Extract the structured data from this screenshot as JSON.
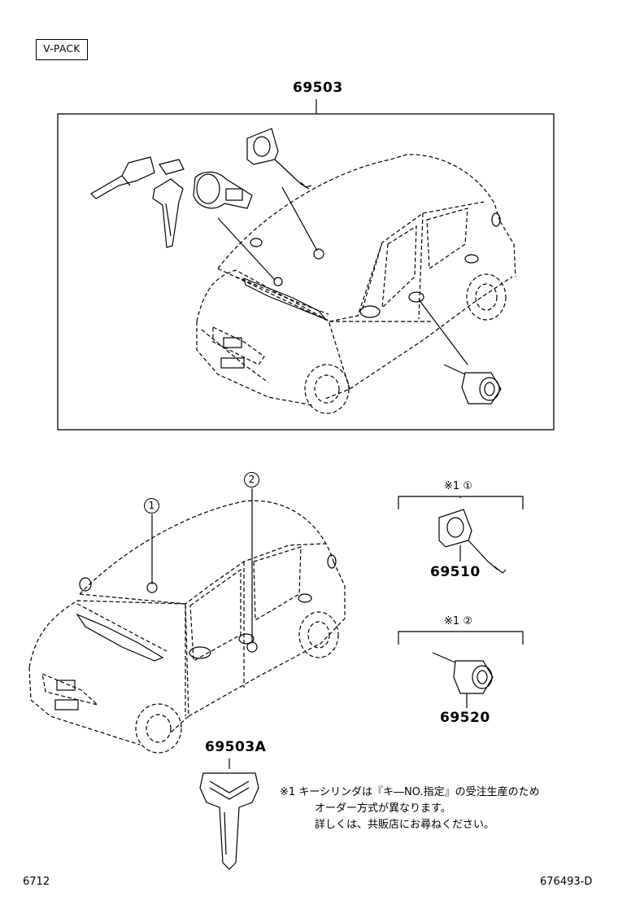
{
  "vpack_label": "V-PACK",
  "top_group": {
    "part_number": "69503"
  },
  "callouts": [
    {
      "circle": "①",
      "index": "1"
    },
    {
      "circle": "②",
      "index": "2"
    }
  ],
  "right_parts": [
    {
      "mark": "※1",
      "circle": "①",
      "part_number": "69510"
    },
    {
      "mark": "※1",
      "circle": "②",
      "part_number": "69520"
    }
  ],
  "key_part_number": "69503A",
  "note": {
    "mark": "※1",
    "lines": [
      "キーシリンダは『キ―NO.指定』の受注生産のため",
      "オーダー方式が異なります。",
      "詳しくは、共販店にお尋ねください。"
    ]
  },
  "footer": {
    "left": "6712",
    "right": "676493-D"
  }
}
